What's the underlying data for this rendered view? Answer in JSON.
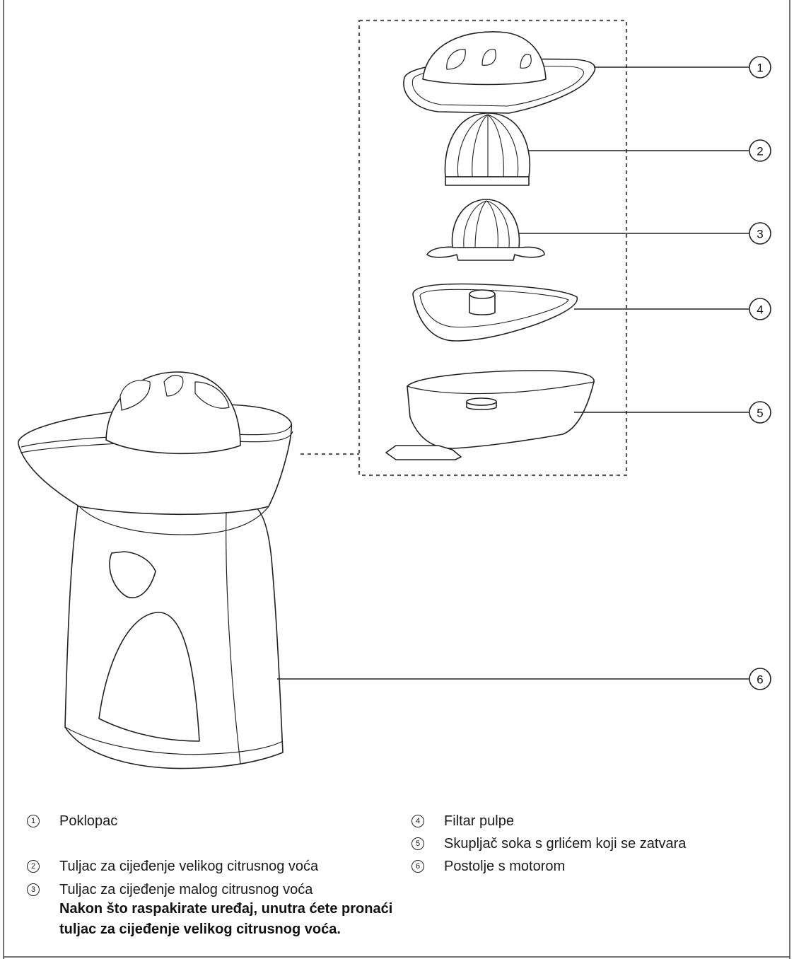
{
  "callouts": [
    {
      "num": "1",
      "label": "Poklopac"
    },
    {
      "num": "2",
      "label": "Tuljac za cijeđenje velikog citrusnog voća"
    },
    {
      "num": "3",
      "label": "Tuljac za cijeđenje malog citrusnog voća"
    },
    {
      "num": "4",
      "label": "Filtar pulpe"
    },
    {
      "num": "5",
      "label": "Skupljač soka s grlićem koji se zatvara"
    },
    {
      "num": "6",
      "label": "Postolje s motorom"
    }
  ],
  "note": "Nakon što raspakirate uređaj, unutra ćete pronaći tuljac za cijeđenje velikog citrusnog voća.",
  "colors": {
    "line": "#222222",
    "dash": "#555555"
  }
}
